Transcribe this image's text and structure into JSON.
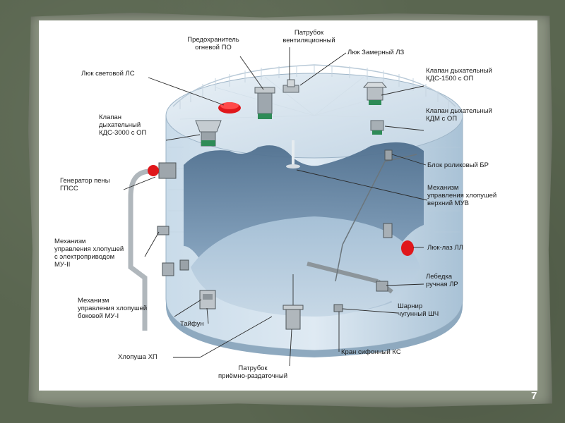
{
  "slide": {
    "page_number": "7"
  },
  "labels": {
    "fire_arrester": "Предохранитель\nогневой ПО",
    "vent_pipe": "Патрубок\nвентиляционный",
    "gauge_hatch": "Люк Замерный ЛЗ",
    "light_hatch": "Люк световой ЛС",
    "valve_kds1500": "Клапан дыхательный\nКДС-1500 с ОП",
    "valve_kds3000": "Клапан\nдыхательный\nКДС-3000 с ОП",
    "valve_kdm": "Клапан дыхательный\nКДМ с ОП",
    "roller_block": "Блок роликовый БР",
    "foam_generator": "Генератор пены\nГПСС",
    "muv": "Механизм\nуправления хлопушей\nверхний МУВ",
    "mu2": "Механизм\nуправления хлопушей\nс электроприводом\nМУ-II",
    "manhole": "Люк-лаз ЛЛ",
    "winch": "Лебедка\nручная ЛР",
    "mu1": "Механизм\nуправления хлопушей\nбоковой МУ-I",
    "hinge": "Шарнир\nчугунный ШЧ",
    "typhoon": "Тайфун",
    "clapper": "Хлопуша ХП",
    "siphon_valve": "Кран сифонный КС",
    "inlet_pipe": "Патрубок\nприёмно-раздаточный"
  },
  "colors": {
    "tank_blue": "#a9c4d9",
    "tank_dark": "#6f8fae",
    "label_line": "#2a2a2a",
    "hatch_red": "#e0171b",
    "valve_green": "#2e8b57"
  }
}
